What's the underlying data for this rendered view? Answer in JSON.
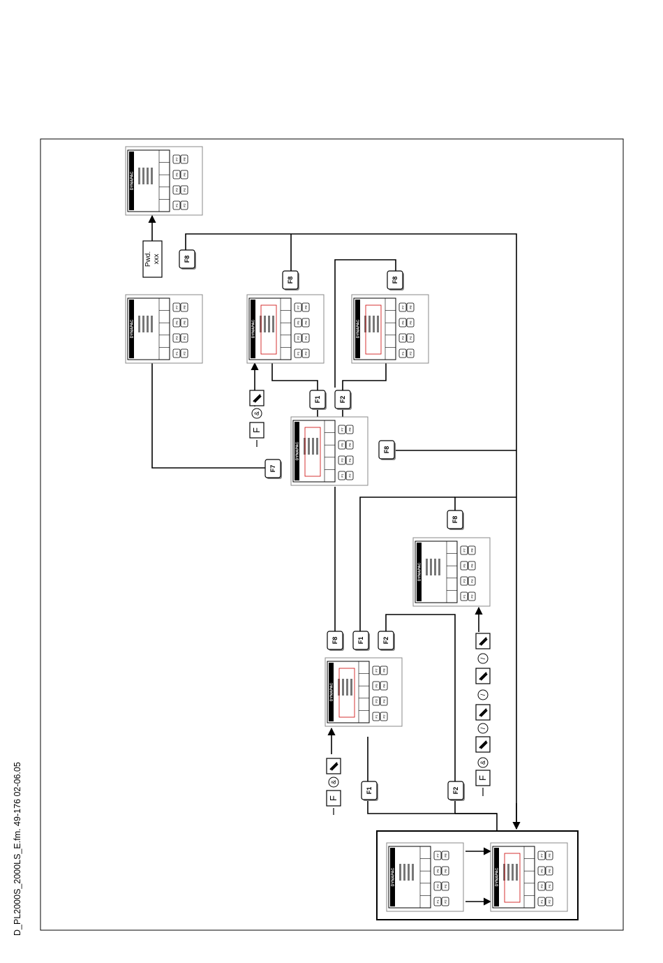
{
  "document": {
    "file_reference": "D_PL2000S_2000LS_E.fm. 49-176 02-06.05"
  },
  "keys": {
    "F1": "F1",
    "F2": "F2",
    "F3": "F3",
    "F4": "F4",
    "F5": "F5",
    "F6": "F6",
    "F7": "F7",
    "F8": "F8",
    "F": "F",
    "and": "&",
    "slash": "/"
  },
  "password_box": {
    "line1": "Pwd.",
    "line2": "xxx"
  },
  "screen": {
    "brand": "DYNAPAC"
  },
  "colors": {
    "line": "#000000",
    "accent_red": "#cc0000",
    "key_fill": "#ffffff",
    "shadow": "#888888"
  }
}
